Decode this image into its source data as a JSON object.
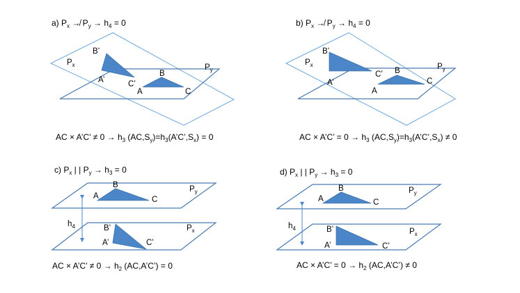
{
  "colors": {
    "plane_outline": "#6fa8dc",
    "plane_outline_dark": "#4a7ab0",
    "triangle_fill": "#4a86c8",
    "triangle_stroke": "#3a6fa8",
    "arrow": "#4a86c8"
  },
  "panels": {
    "a": {
      "caption": {
        "prefix": "a) P",
        "s1": "x",
        "op": " ↛ P",
        "s2": "y",
        "rest": " → h",
        "s3": "4",
        "end": " = 0"
      },
      "formula": {
        "t1": "AC × A’C’ ≠ 0 → h",
        "s1": "3",
        "t2": " (AC,S",
        "s2": "y",
        "t3": ")=h",
        "s3": "3",
        "t4": "(A’C’,S",
        "s4": "x",
        "t5": ") = 0"
      },
      "px_label": {
        "main": "P",
        "sub": "x"
      },
      "py_label": {
        "main": "P",
        "sub": "y"
      },
      "vertices": {
        "B_prime": "B’",
        "A_prime": "A’",
        "C_prime": "C’",
        "B": "B",
        "A": "A",
        "C": "C"
      }
    },
    "b": {
      "caption": {
        "prefix": "b) P",
        "s1": "x",
        "op": " ↛ P",
        "s2": "y",
        "rest": " → h",
        "s3": "4",
        "end": " = 0"
      },
      "formula": {
        "t1": "AC × A’C’ = 0 → h",
        "s1": "3",
        "t2": " (AC,S",
        "s2": "y",
        "t3": ")=h",
        "s3": "3",
        "t4": "(A’C’,S",
        "s4": "x",
        "t5": ") ≠ 0"
      },
      "px_label": {
        "main": "P",
        "sub": "x"
      },
      "py_label": {
        "main": "P",
        "sub": "y"
      },
      "vertices": {
        "B_prime": "B’",
        "A_prime": "A’",
        "C_prime": "C’",
        "B": "B",
        "A": "A",
        "C": "C"
      }
    },
    "c": {
      "caption": {
        "prefix": "c) P",
        "s1": "x",
        "op": " | | P",
        "s2": "y",
        "rest": " → h",
        "s3": "3",
        "end": " = 0"
      },
      "formula": {
        "t1": "AC × A’C’ ≠ 0 → h",
        "s1": "2",
        "t2": " (AC,A’C’) = 0"
      },
      "py_label": {
        "main": "P",
        "sub": "y"
      },
      "px_label": {
        "main": "P",
        "sub": "x"
      },
      "h_label": {
        "main": "h",
        "sub": "4"
      },
      "vertices": {
        "B": "B",
        "A": "A",
        "C": "C",
        "B_prime": "B’",
        "A_prime": "A’",
        "C_prime": "C’"
      }
    },
    "d": {
      "caption": {
        "prefix": "d) P",
        "s1": "x",
        "op": " | | P",
        "s2": "y",
        "rest": " → h",
        "s3": "3",
        "end": " = 0"
      },
      "formula": {
        "t1": "AC × A’C’ = 0 → h",
        "s1": "2",
        "t2": " (AC,A’C’) ≠ 0"
      },
      "py_label": {
        "main": "P",
        "sub": "y"
      },
      "px_label": {
        "main": "P",
        "sub": "x"
      },
      "h_label": {
        "main": "h",
        "sub": "4"
      },
      "vertices": {
        "B": "B",
        "A": "A",
        "C": "C",
        "B_prime": "B’",
        "A_prime": "A’",
        "C_prime": "C’"
      }
    }
  }
}
